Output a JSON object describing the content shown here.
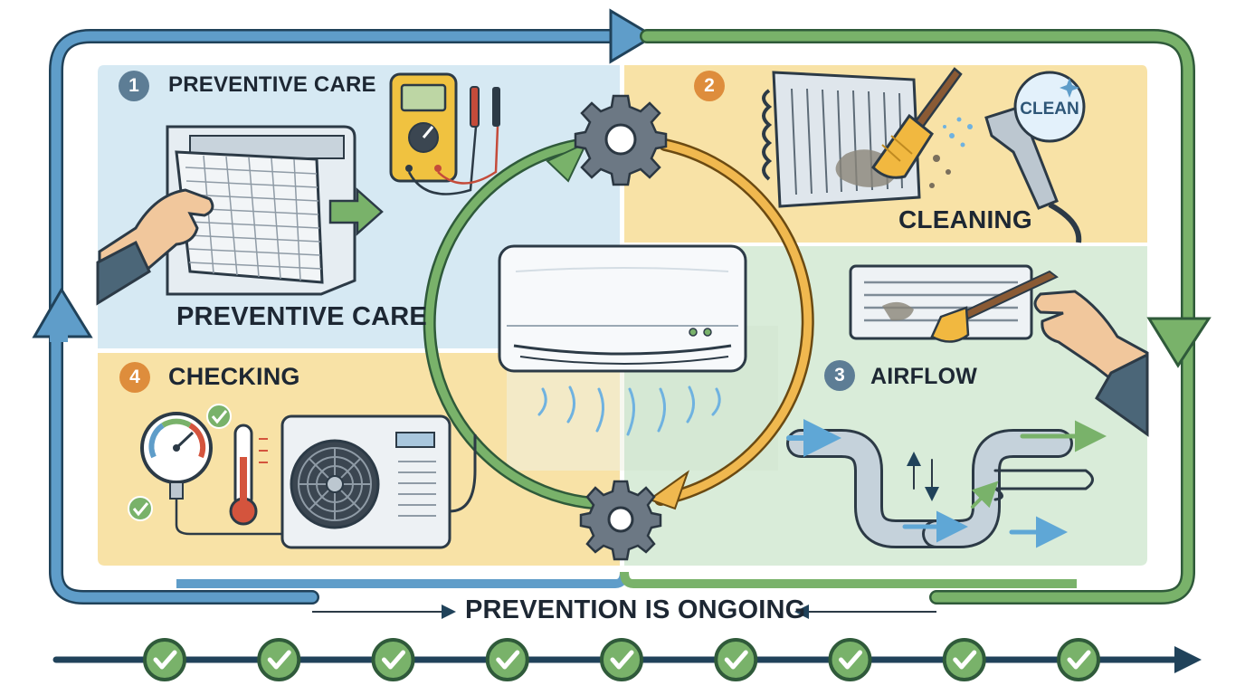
{
  "steps": [
    {
      "number": "1",
      "title": "PREVENTIVE CARE",
      "caption": "PREVENTIVE CARE"
    },
    {
      "number": "2",
      "caption": "CLEANING",
      "badge": "CLEAN"
    },
    {
      "number": "3",
      "title": "AIRFLOW"
    },
    {
      "number": "4",
      "title": "CHECKING"
    }
  ],
  "footer": {
    "text": "PREVENTION IS ONGOING"
  },
  "timeline": {
    "checkpoints": 9
  },
  "colors": {
    "blue": "#5f9dc9",
    "green": "#79b26a",
    "orange": "#e0a447",
    "panel_blue": "#d6e9f3",
    "panel_yellow": "#f8e2a6",
    "panel_green": "#d9ecd9",
    "dark": "#20425a",
    "badge_blue": "#5d7d95",
    "badge_orange": "#de8d3c"
  },
  "icons": [
    "air-filter-icon",
    "multimeter-icon",
    "gear-icon",
    "brush-icon",
    "spray-nozzle-icon",
    "split-ac-unit-icon",
    "pressure-gauge-icon",
    "thermometer-icon",
    "outdoor-condenser-icon",
    "check-icon",
    "pipe-duct-icon",
    "hand-icon"
  ]
}
